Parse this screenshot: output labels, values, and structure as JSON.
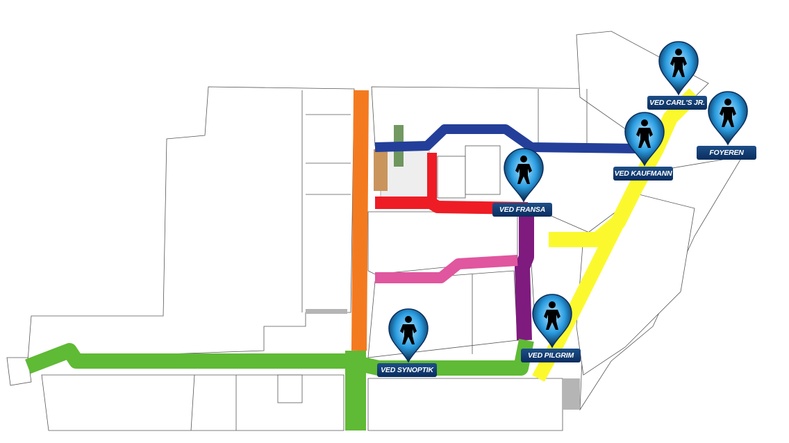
{
  "map": {
    "route_colors": {
      "orange": "#f47a20",
      "green": "#5fba35",
      "red": "#ee1c25",
      "blue": "#233f99",
      "purple": "#7f1a7f",
      "pink": "#e0569f",
      "yellow": "#fbf92e"
    },
    "markers": [
      {
        "id": "carls-jr",
        "label": "VED CARL'S JR.",
        "icon": "crouching-figure-icon"
      },
      {
        "id": "foyeren",
        "label": "FOYEREN",
        "icon": "hunched-zombie-icon"
      },
      {
        "id": "kaufmann",
        "label": "VED KAUFMANN",
        "icon": "standing-figure-icon"
      },
      {
        "id": "fransa",
        "label": "VED FRANSA",
        "icon": "brute-figure-icon"
      },
      {
        "id": "pilgrim",
        "label": "VED PILGRIM",
        "icon": "creature-icon"
      },
      {
        "id": "synoptik",
        "label": "VED SYNOPTIK",
        "icon": "cloaked-archer-icon"
      }
    ]
  }
}
